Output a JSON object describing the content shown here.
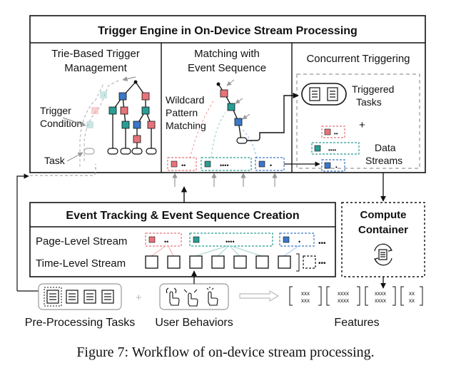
{
  "engine": {
    "title": "Trigger Engine in On-Device Stream Processing",
    "trie_title_line1": "Trie-Based Trigger",
    "trie_title_line2": "Management",
    "match_title_line1": "Matching with",
    "match_title_line2": "Event Sequence",
    "concurrent_title": "Concurrent Triggering",
    "trigger_label_line1": "Trigger",
    "trigger_label_line2": "Condition",
    "task_label": "Task",
    "wildcard_line1": "Wildcard",
    "wildcard_line2": "Pattern",
    "wildcard_line3": "Matching",
    "triggered_line1": "Triggered",
    "triggered_line2": "Tasks",
    "plus": "+",
    "data_line1": "Data",
    "data_line2": "Streams"
  },
  "tracking": {
    "title": "Event Tracking & Event Sequence Creation",
    "page_stream": "Page-Level Stream",
    "time_stream": "Time-Level Stream"
  },
  "compute": {
    "title_line1": "Compute",
    "title_line2": "Container"
  },
  "bottom": {
    "preprocessing": "Pre-Processing Tasks",
    "behaviors": "User Behaviors",
    "features": "Features",
    "plus": "+"
  },
  "caption": "Figure 7: Workflow of on-device stream processing.",
  "glyphs": {
    "dots2": "••",
    "dots4": "••••",
    "dot1": "•",
    "ellipsis": "•••",
    "xxx": "xxx",
    "xxxx": "xxxx",
    "xx": "xx"
  },
  "colors": {
    "red": "#e8737a",
    "teal": "#2a9d94",
    "blue": "#3a78c8",
    "pink_light": "#f2a7ab",
    "teal_light": "#9fd3cd",
    "grey": "#999999"
  }
}
